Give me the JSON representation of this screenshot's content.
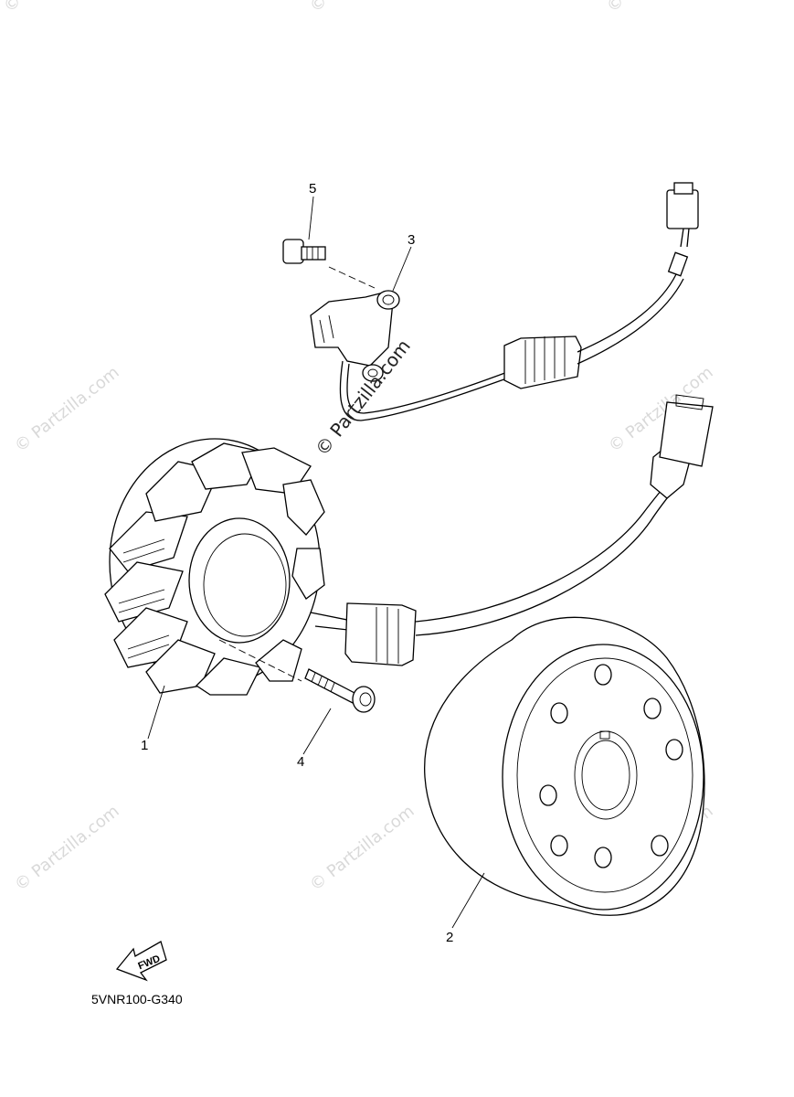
{
  "watermark": {
    "text": "© Partzilla.com",
    "main_text": "© Partzilla.com"
  },
  "callouts": {
    "c1": "1",
    "c2": "2",
    "c3": "3",
    "c4": "4",
    "c5": "5"
  },
  "fwd_label": "FWD",
  "diagram_code": "5VNR100-G340",
  "parts": [
    {
      "ref": "1",
      "name": "stator-coil-assembly"
    },
    {
      "ref": "2",
      "name": "rotor-flywheel"
    },
    {
      "ref": "3",
      "name": "pickup-coil"
    },
    {
      "ref": "4",
      "name": "stator-bolt"
    },
    {
      "ref": "5",
      "name": "pickup-coil-screw"
    }
  ]
}
